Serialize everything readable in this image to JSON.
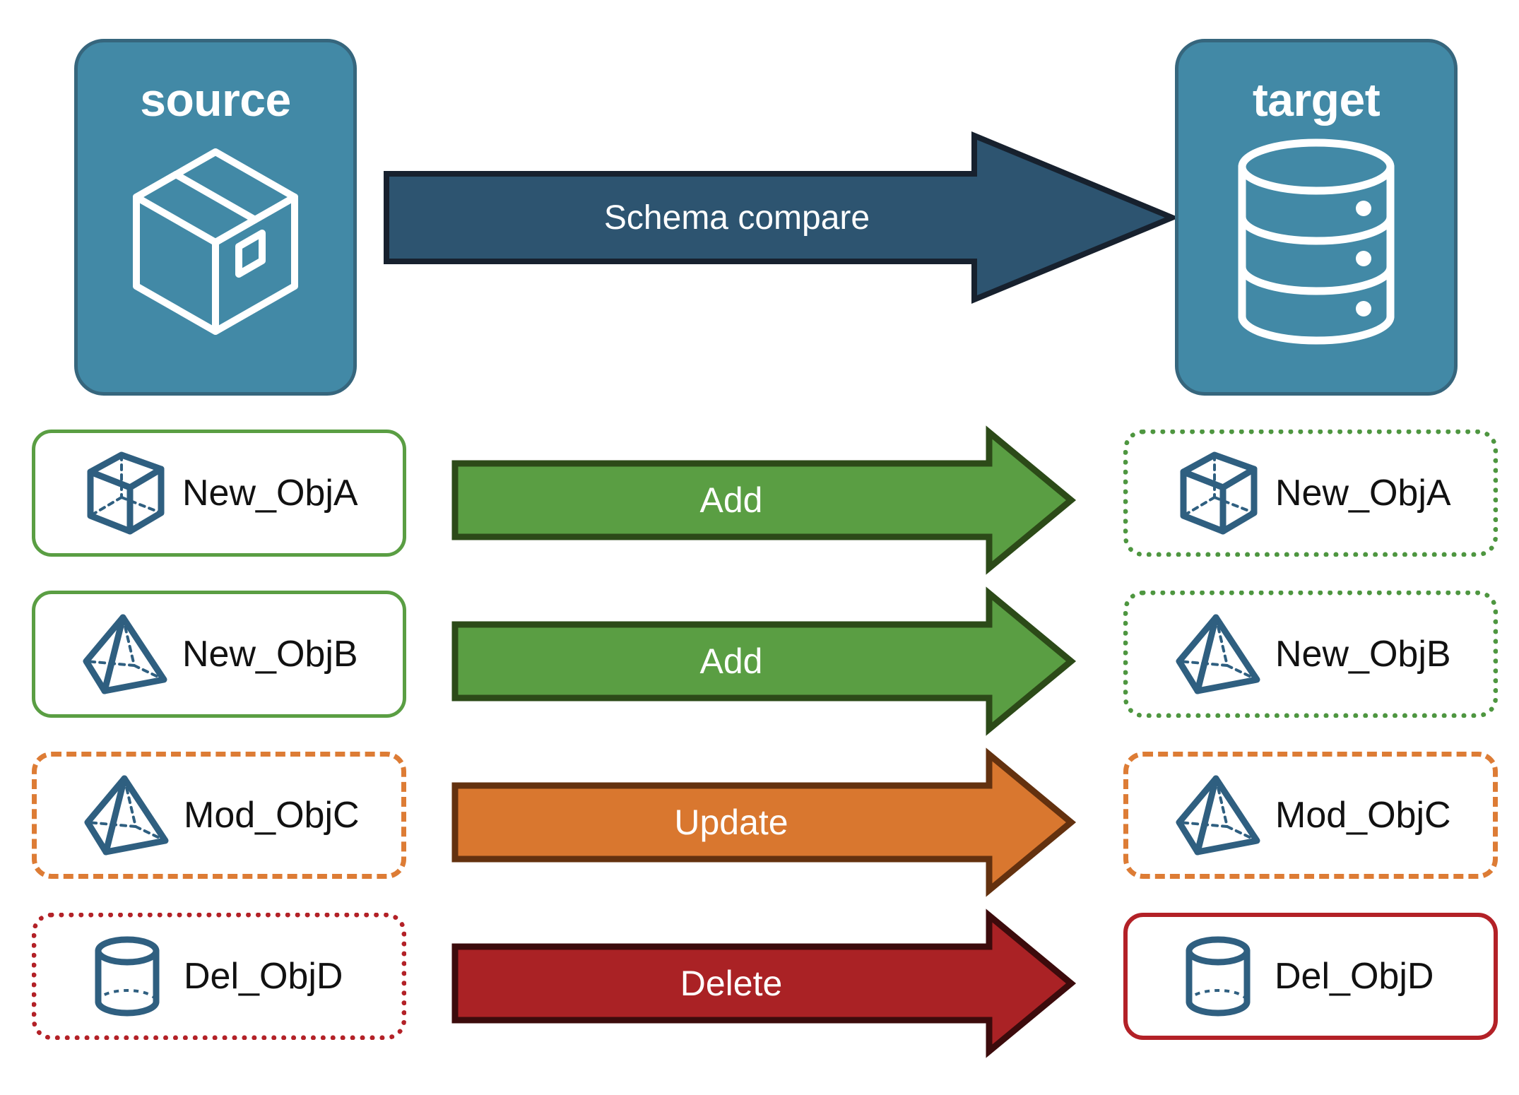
{
  "endpoints": {
    "source": {
      "title": "source",
      "icon": "package-box-icon"
    },
    "target": {
      "title": "target",
      "icon": "database-cylinder-icon"
    }
  },
  "compare": {
    "label": "Schema compare",
    "fill": "#2d5470",
    "stroke": "#17212e"
  },
  "colors": {
    "card_fill": "#4289a6",
    "card_stroke": "#36667d",
    "object_icon": "#2f5f80",
    "green": "#5a9e43",
    "green_dark": "#2c4a18",
    "green_dotted": "#4e9640",
    "orange": "#d9772f",
    "orange_dark": "#63310f",
    "orange_dashed": "#dd7c35",
    "red": "#aa2225",
    "red_dark": "#3c0b0c",
    "red_line": "#b32127",
    "navy": "#2d5470"
  },
  "rows": [
    {
      "source": {
        "label": "New_ObjA",
        "icon": "wireframe-cube-icon",
        "border": "solid-green"
      },
      "action": {
        "label": "Add",
        "fill": "#5a9e43",
        "stroke": "#2c4a18"
      },
      "target": {
        "label": "New_ObjA",
        "icon": "wireframe-cube-icon",
        "border": "dotted-green"
      }
    },
    {
      "source": {
        "label": "New_ObjB",
        "icon": "wireframe-pyramid-icon",
        "border": "solid-green"
      },
      "action": {
        "label": "Add",
        "fill": "#5a9e43",
        "stroke": "#2c4a18"
      },
      "target": {
        "label": "New_ObjB",
        "icon": "wireframe-pyramid-icon",
        "border": "dotted-green"
      }
    },
    {
      "source": {
        "label": "Mod_ObjC",
        "icon": "wireframe-pyramid-icon",
        "border": "dashed-orange"
      },
      "action": {
        "label": "Update",
        "fill": "#d9772f",
        "stroke": "#63310f"
      },
      "target": {
        "label": "Mod_ObjC",
        "icon": "wireframe-pyramid-icon",
        "border": "dashed-orange"
      }
    },
    {
      "source": {
        "label": "Del_ObjD",
        "icon": "wireframe-cylinder-icon",
        "border": "dotted-red"
      },
      "action": {
        "label": "Delete",
        "fill": "#aa2225",
        "stroke": "#3c0b0c"
      },
      "target": {
        "label": "Del_ObjD",
        "icon": "wireframe-cylinder-icon",
        "border": "solid-red"
      }
    }
  ]
}
